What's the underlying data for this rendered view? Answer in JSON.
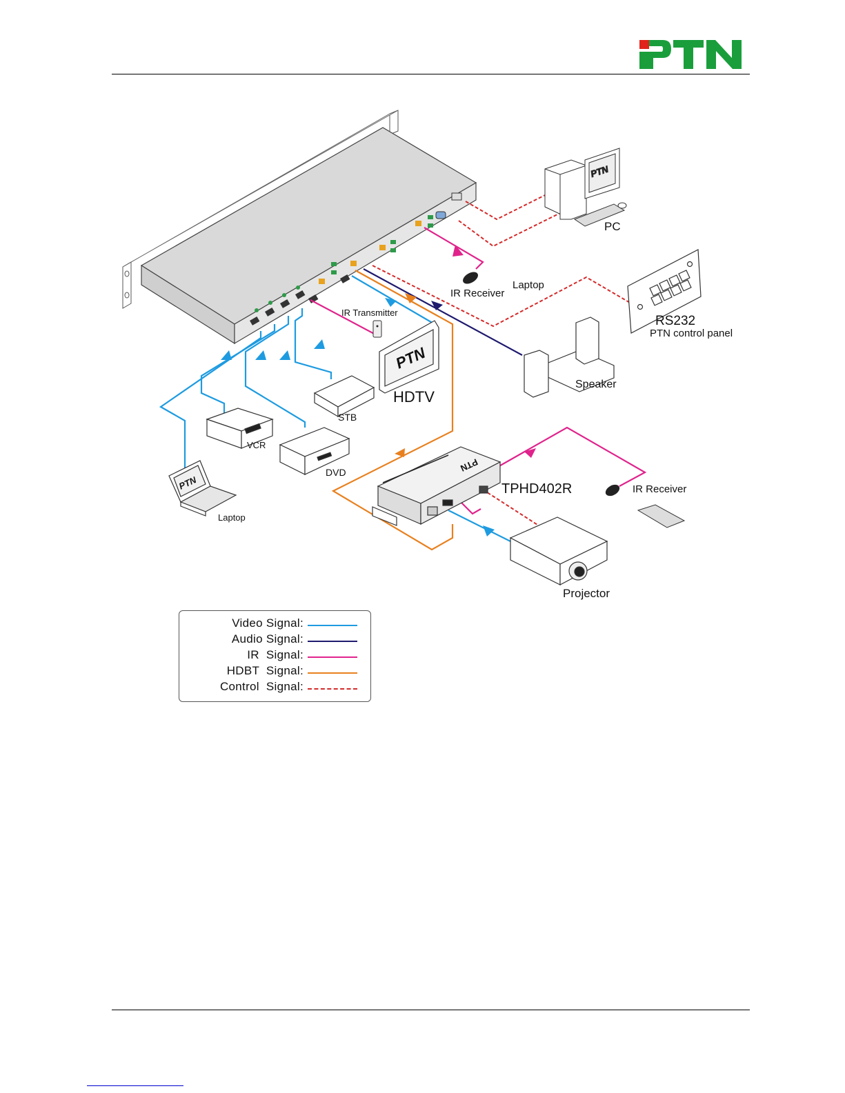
{
  "header": {
    "logo_text": "PTN",
    "logo_colors": {
      "green": "#1a9e3c",
      "red": "#e0241b"
    }
  },
  "diagram": {
    "devices": {
      "pc": "PC",
      "laptop_top": "Laptop",
      "ir_receiver_top": "IR Receiver",
      "ir_transmitter": "IR Transmitter",
      "rs232": "RS232",
      "control_panel": "PTN control panel",
      "hdtv": "HDTV",
      "hdtv_screen": "PTN",
      "stb": "STB",
      "speaker": "Speaker",
      "vcr": "VCR",
      "dvd": "DVD",
      "laptop_bottom": "Laptop",
      "laptop_screen": "PTN",
      "pc_screen": "PTN",
      "receiver_model": "TPHD402R",
      "receiver_brand": "PTN",
      "ir_receiver_bottom": "IR Receiver",
      "projector": "Projector"
    },
    "signal_colors": {
      "video": "#1e9be0",
      "audio": "#1e1a6e",
      "ir": "#e0238c",
      "hdbt": "#e8801e",
      "control": "#d42a2a"
    }
  },
  "legend": {
    "items": [
      {
        "label": "Video Signal:",
        "color": "#1e9be0",
        "style": "solid"
      },
      {
        "label": "Audio Signal:",
        "color": "#1e1a6e",
        "style": "solid"
      },
      {
        "label": "IR  Signal:",
        "color": "#e0238c",
        "style": "solid"
      },
      {
        "label": "HDBT  Signal:",
        "color": "#e8801e",
        "style": "solid"
      },
      {
        "label": "Control  Signal:",
        "color": "#d42a2a",
        "style": "dashed"
      }
    ]
  }
}
